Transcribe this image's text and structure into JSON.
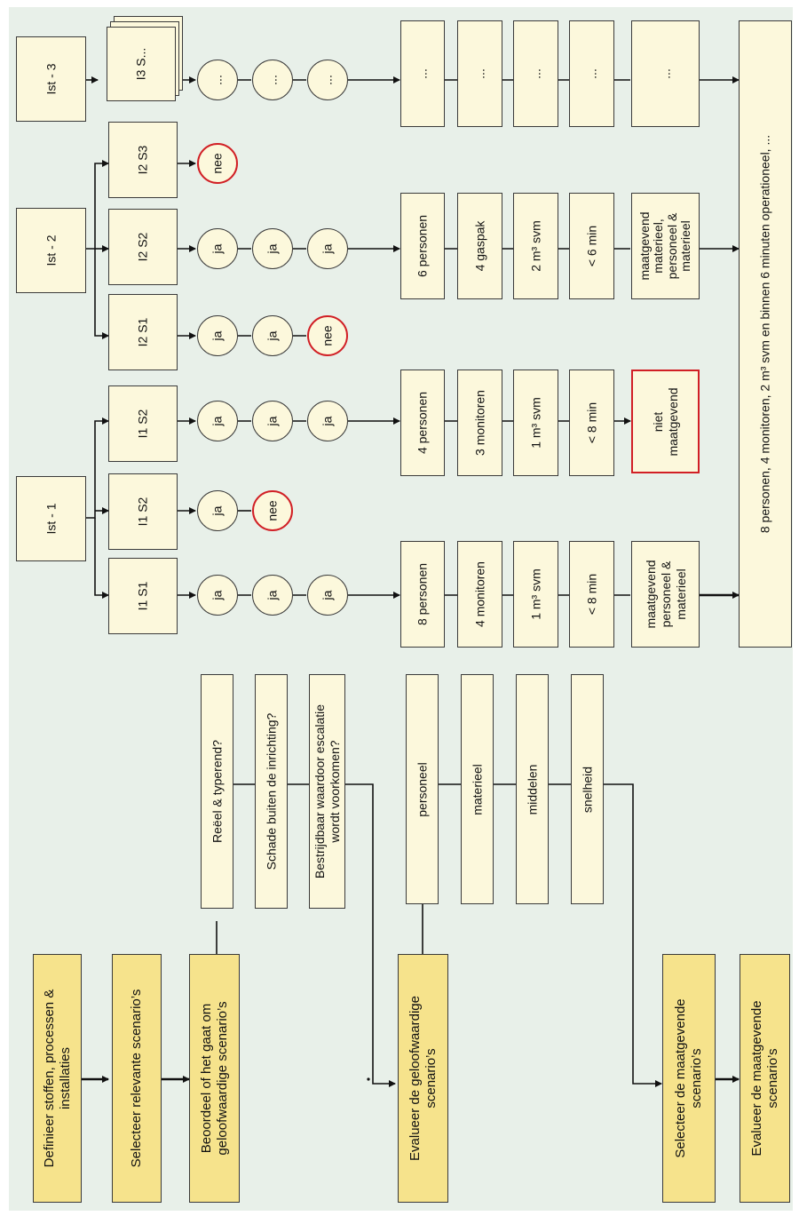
{
  "lane_labels": {
    "ist1": "Ist - 1",
    "ist2": "Ist - 2",
    "ist3": "Ist - 3",
    "i1s1": "I1 S1",
    "i1s2a": "I1 S2",
    "i1s2b": "I1 S2",
    "i2s1": "I2 S1",
    "i2s2": "I2 S2",
    "i2s3": "I2 S3",
    "i3s": "I3 S..."
  },
  "answers": {
    "ja": "ja",
    "nee": "nee",
    "dots": "..."
  },
  "resources": {
    "i1s1": {
      "personeel": "8 personen",
      "materieel": "4 monitoren",
      "middelen": "1 m³ svm",
      "snelheid": "< 8 min",
      "result": "maatgevend personeel & materieel"
    },
    "i1s2": {
      "personeel": "4 personen",
      "materieel": "3 monitoren",
      "middelen": "1 m³ svm",
      "snelheid": "< 8 min",
      "result": "niet maatgevend"
    },
    "i2s2": {
      "personeel": "6 personen",
      "materieel": "4 gaspak",
      "middelen": "2 m³ svm",
      "snelheid": "< 6 min",
      "result": "maatgevend materieel, personeel & materieel"
    },
    "i3": {
      "personeel": "...",
      "materieel": "...",
      "middelen": "...",
      "snelheid": "...",
      "result": "..."
    }
  },
  "summary": "8 personen, 4 monitoren, 2 m³ svm en binnen 6 minuten operationeel, ...",
  "criteria": {
    "reeel": "Reëel & typerend?",
    "schade": "Schade buiten de inrichting?",
    "bestrijdbaar": "Bestrijdbaar waardoor escalatie wordt voorkomen?",
    "personeel": "personeel",
    "materieel": "materieel",
    "middelen": "middelen",
    "snelheid": "snelheid"
  },
  "steps": {
    "definieer": "Definieer stoffen, processen & installaties",
    "selecteer_relevante": "Selecteer relevante scenario’s",
    "beoordeel": "Beoordeel of het gaat om geloofwaardige scenario’s",
    "evalueer_geloofwaardige": "Evalueer de geloofwaardige scenario’s",
    "selecteer_maatgevende": "Selecteer de maatgevende scenario’s",
    "evalueer_maatgevende": "Evalueer de maatgevende scenario’s"
  },
  "colors": {
    "background": "#e8f0e9",
    "box": "#fcf8dc",
    "step_box": "#f6e38c",
    "highlight": "#d11f25",
    "line": "#111111"
  }
}
